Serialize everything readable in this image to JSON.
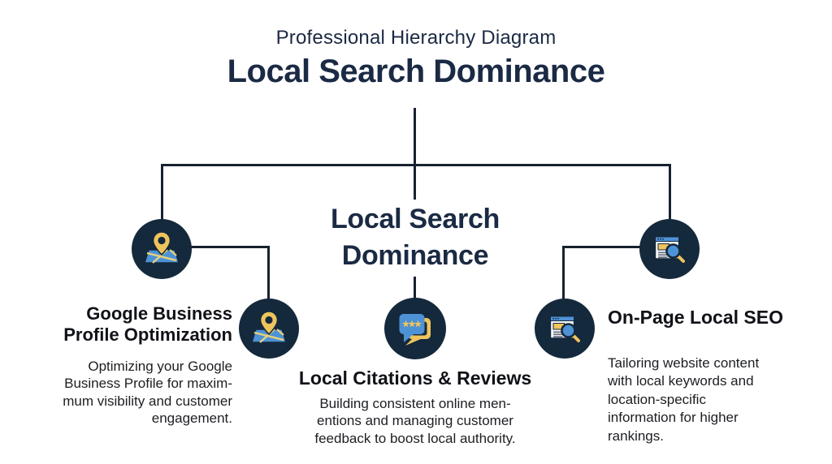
{
  "header": {
    "subtitle": "Professional Hierarchy Diagram",
    "title": "Local Search Dominance"
  },
  "root_node": {
    "label_lines": [
      "Local Search",
      "Dominance"
    ]
  },
  "branches": {
    "left": {
      "icon": "map-location-pin-icon",
      "title_lines": [
        "Google Business",
        "Profile Optimization"
      ],
      "description_lines": [
        "Optimizing your Google",
        "Business Profile for maxim-",
        "mum visibility and customer",
        "engagement."
      ]
    },
    "center": {
      "icon": "review-stars-chat-icon",
      "title": "Local Citations & Reviews",
      "description_lines": [
        "Building consistent online men-",
        "entions and managing customer",
        "feedback to boost local authority."
      ]
    },
    "right": {
      "icon": "webpage-magnifier-icon",
      "title": "On-Page Local SEO",
      "description_lines": [
        "Tailoring website content",
        "with local keywords and",
        "location-specific",
        "information for higher",
        "rankings."
      ]
    }
  },
  "colors": {
    "background": "#ffffff",
    "navy_text": "#1b2a44",
    "connector_line": "#18212f",
    "circle_fill": "#15293c",
    "icon_blue": "#4e92d6",
    "icon_yellow": "#eec45c",
    "body_text": "#1c1e22"
  }
}
